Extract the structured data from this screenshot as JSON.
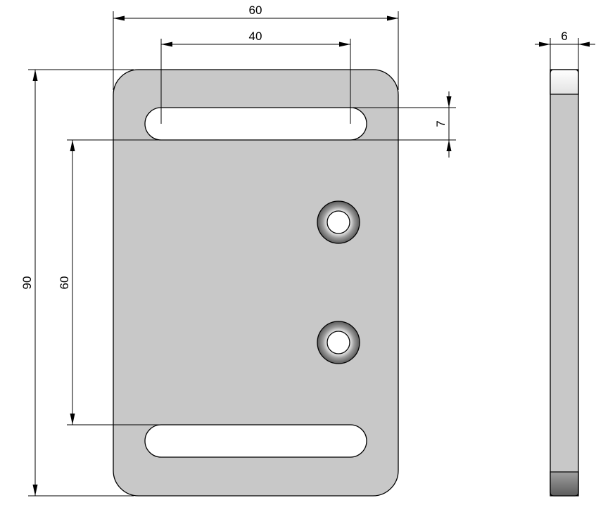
{
  "drawing": {
    "dimensions": {
      "width_overall": "60",
      "slot_length": "40",
      "height_overall": "90",
      "slot_spacing": "60",
      "slot_width": "7",
      "thickness": "6"
    }
  },
  "colors": {
    "plate_fill": "#c8c8c8",
    "outline": "#000000",
    "background": "#ffffff"
  }
}
